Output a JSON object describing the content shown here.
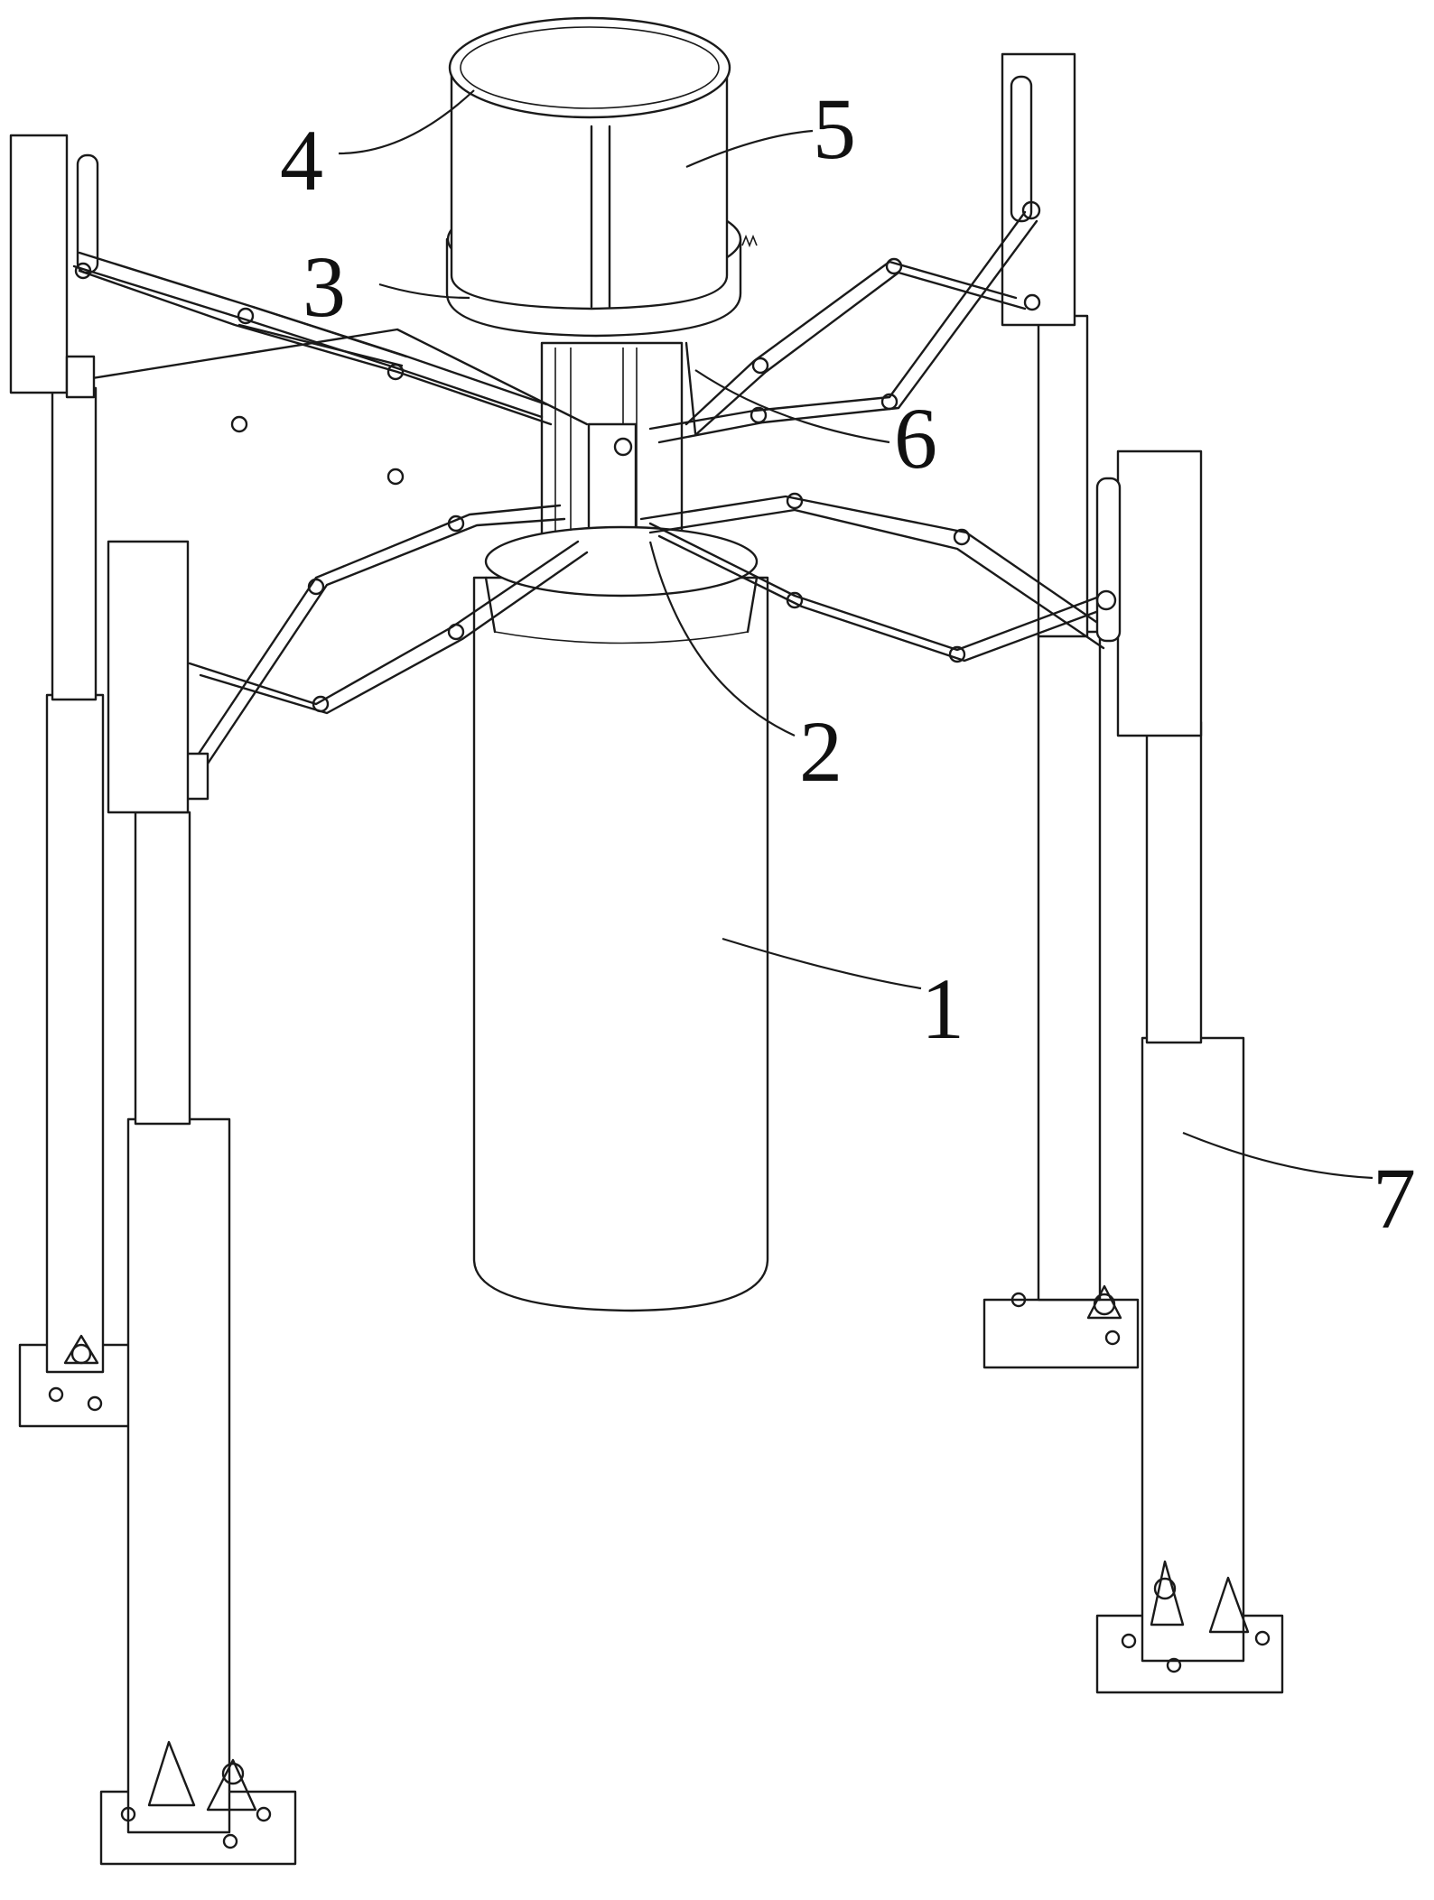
{
  "figure": {
    "callouts": [
      {
        "id": "c1",
        "label": "1"
      },
      {
        "id": "c2",
        "label": "2"
      },
      {
        "id": "c3",
        "label": "3"
      },
      {
        "id": "c4",
        "label": "4"
      },
      {
        "id": "c5",
        "label": "5"
      },
      {
        "id": "c6",
        "label": "6"
      },
      {
        "id": "c7",
        "label": "7"
      }
    ]
  }
}
